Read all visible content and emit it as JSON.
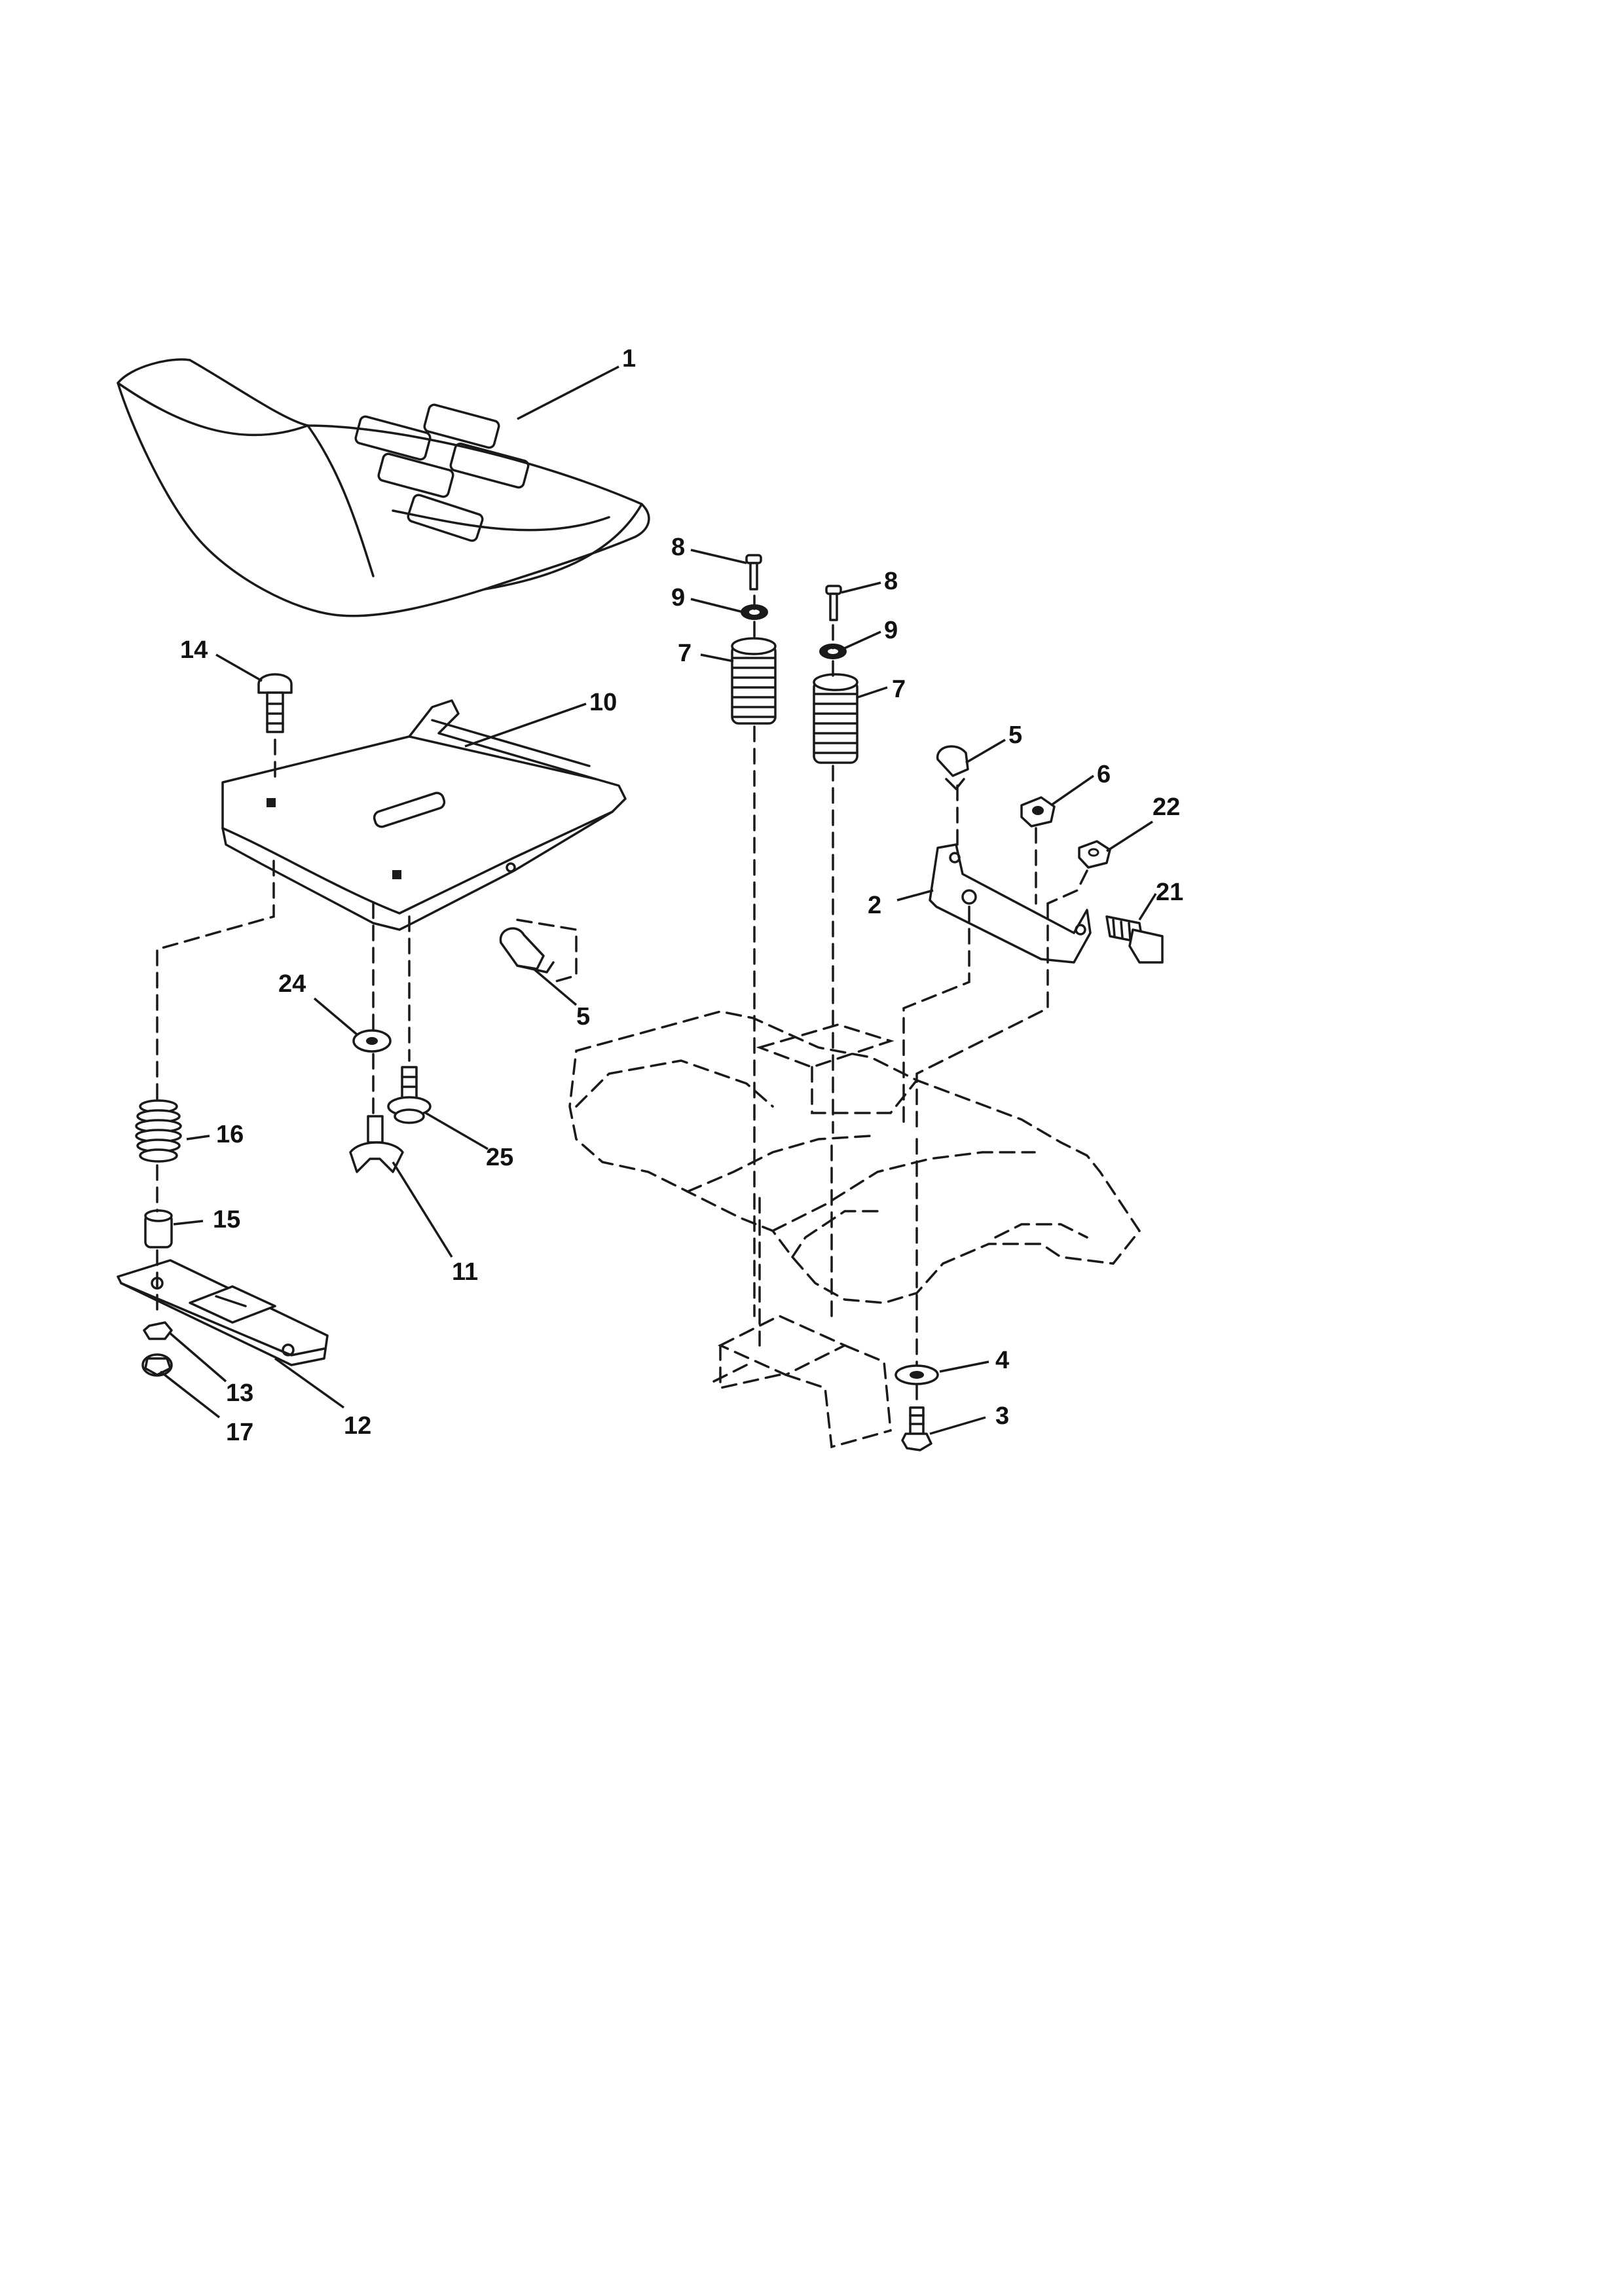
{
  "callouts": {
    "c1": "1",
    "c2": "2",
    "c3": "3",
    "c4": "4",
    "c5a": "5",
    "c5b": "5",
    "c6": "6",
    "c7a": "7",
    "c7b": "7",
    "c8a": "8",
    "c8b": "8",
    "c9a": "9",
    "c9b": "9",
    "c10": "10",
    "c11": "11",
    "c12": "12",
    "c13": "13",
    "c14": "14",
    "c15": "15",
    "c16": "16",
    "c17": "17",
    "c21": "21",
    "c22": "22",
    "c24": "24",
    "c25": "25"
  },
  "colors": {
    "ink": "#1a1a1a",
    "background": "#ffffff"
  }
}
